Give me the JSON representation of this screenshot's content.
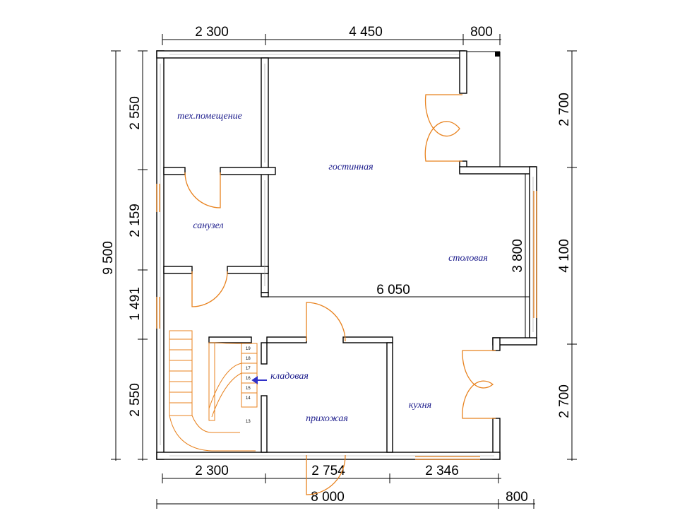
{
  "dimensions": {
    "top": [
      "2 300",
      "4 450",
      "800"
    ],
    "bottom_row1": [
      "2 300",
      "2 754",
      "2 346"
    ],
    "bottom_row2": [
      "8 000",
      "800"
    ],
    "left": [
      "2 550",
      "2 159",
      "1 491",
      "2 550"
    ],
    "left_total": "9 500",
    "right": [
      "2 700",
      "4 100",
      "2 700"
    ],
    "inner_horizontal": "6 050",
    "inner_vertical": "3 800"
  },
  "rooms": {
    "tech": "тех.помещение",
    "living": "гостинная",
    "bathroom": "санузел",
    "dining": "столовая",
    "kitchen": "кухня",
    "hall": "прихожая",
    "storage": "кладовая"
  },
  "stair_steps": [
    "13",
    "14",
    "15",
    "16",
    "17",
    "18",
    "19"
  ],
  "colors": {
    "wall": "#000000",
    "door": "#e8821e",
    "room_label": "#1c1c8c",
    "arrow": "#3030c8"
  }
}
